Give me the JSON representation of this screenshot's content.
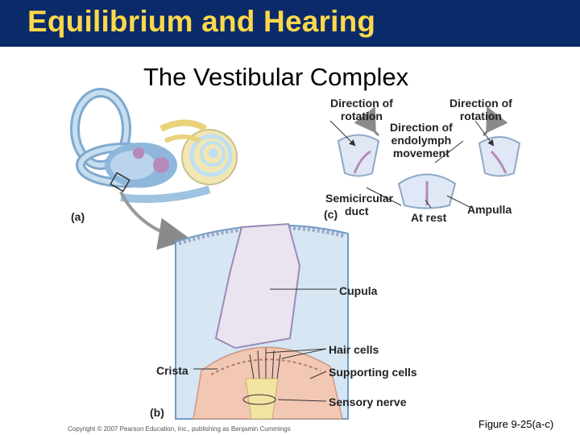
{
  "header": {
    "title": "Equilibrium and Hearing"
  },
  "subtitle": "The Vestibular Complex",
  "labels": {
    "dir_rotation_left_1": "Direction of",
    "dir_rotation_left_2": "rotation",
    "dir_rotation_right_1": "Direction of",
    "dir_rotation_right_2": "rotation",
    "endolymph_1": "Direction of",
    "endolymph_2": "endolymph",
    "endolymph_3": "movement",
    "semicircular_1": "Semicircular",
    "semicircular_2": "duct",
    "panel_a": "(a)",
    "panel_b": "(b)",
    "panel_c": "(c)",
    "at_rest": "At rest",
    "ampulla": "Ampulla",
    "cupula": "Cupula",
    "hair_cells": "Hair cells",
    "crista": "Crista",
    "supporting_cells": "Supporting cells",
    "sensory_nerve": "Sensory nerve"
  },
  "copyright": "Copyright © 2007 Pearson Education, Inc., publishing as Benjamin Cummings",
  "figure_label": "Figure 9-25(a-c)",
  "colors": {
    "header_bg": "#0a2a6a",
    "header_text": "#ffd84a",
    "ear_blue": "#a9cbe6",
    "cupula": "#e9e4f0",
    "tissue_blue": "#d6e6f3",
    "crista_pink": "#f2c7b4",
    "nerve_yellow": "#f3e3a2"
  }
}
